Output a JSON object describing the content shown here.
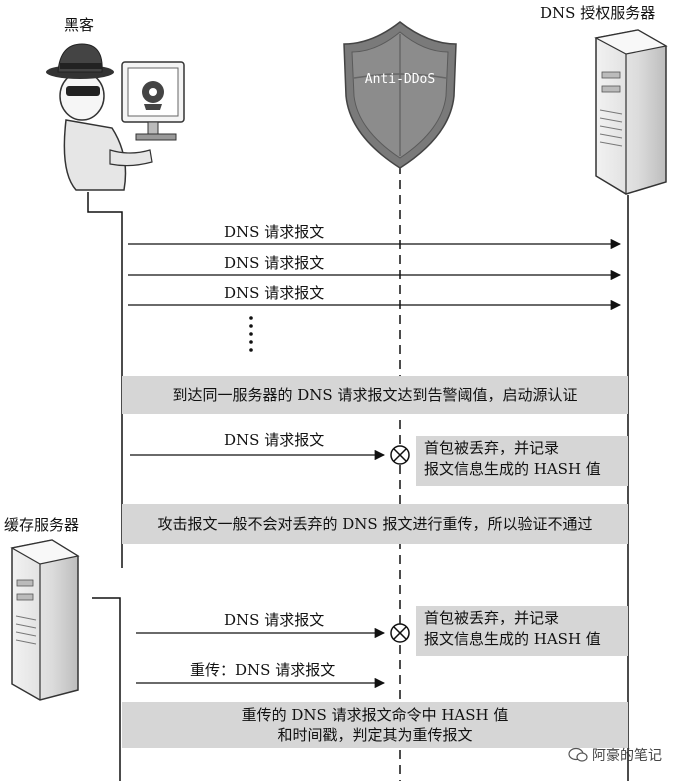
{
  "actors": {
    "hacker": "黑客",
    "auth_server": "DNS 授权服务器",
    "cache_server": "缓存服务器",
    "shield_text": "Anti-DDoS"
  },
  "messages": [
    "DNS 请求报文",
    "DNS 请求报文",
    "DNS 请求报文",
    "DNS 请求报文",
    "DNS 请求报文",
    "重传：DNS 请求报文"
  ],
  "bands": {
    "alarm": "到达同一服务器的 DNS 请求报文达到告警阈值，启动源认证",
    "retransmit": "攻击报文一般不会对丢弃的 DNS 报文进行重传，所以验证不通过",
    "hash_line1": "重传的 DNS 请求报文命令中 HASH 值",
    "hash_line2": "和时间戳，判定其为重传报文"
  },
  "notes": {
    "drop1_line1": "首包被丢弃，并记录",
    "drop1_line2": "报文信息生成的 HASH 值",
    "drop2_line1": "首包被丢弃，并记录",
    "drop2_line2": "报文信息生成的 HASH 值"
  },
  "watermark": "阿豪的笔记",
  "colors": {
    "band": "#d6d6d6",
    "shield": "#7a7a7a",
    "server": "#e4e4e4"
  }
}
